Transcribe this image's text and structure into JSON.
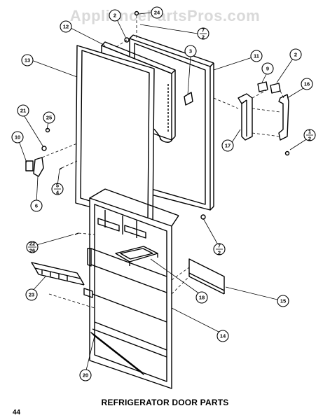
{
  "watermark": "AppliancePartsPros.com",
  "caption": "REFRIGERATOR DOOR PARTS",
  "page_number": "44",
  "callouts": {
    "c1": "1",
    "c2": "2",
    "c3": "3",
    "c6": "6",
    "c9": "9",
    "c10": "10",
    "c11": "11",
    "c12": "12",
    "c13": "13",
    "c14": "14",
    "c15": "15",
    "c16": "16",
    "c17": "17",
    "c18": "18",
    "c20": "20",
    "c21": "21",
    "c23": "23",
    "c24": "24",
    "c25": "25",
    "c2_fraction_top": "7",
    "c2_fraction_bottom": "2",
    "c2b_fraction_top": "7",
    "c2b_fraction_bottom": "2",
    "c8_fraction_top": "5",
    "c8_fraction_bottom": "4",
    "c22_fraction_top": "22",
    "c22_fraction_bottom": "26",
    "c1_fraction_top": "1",
    "c1_fraction_bottom": "2"
  }
}
